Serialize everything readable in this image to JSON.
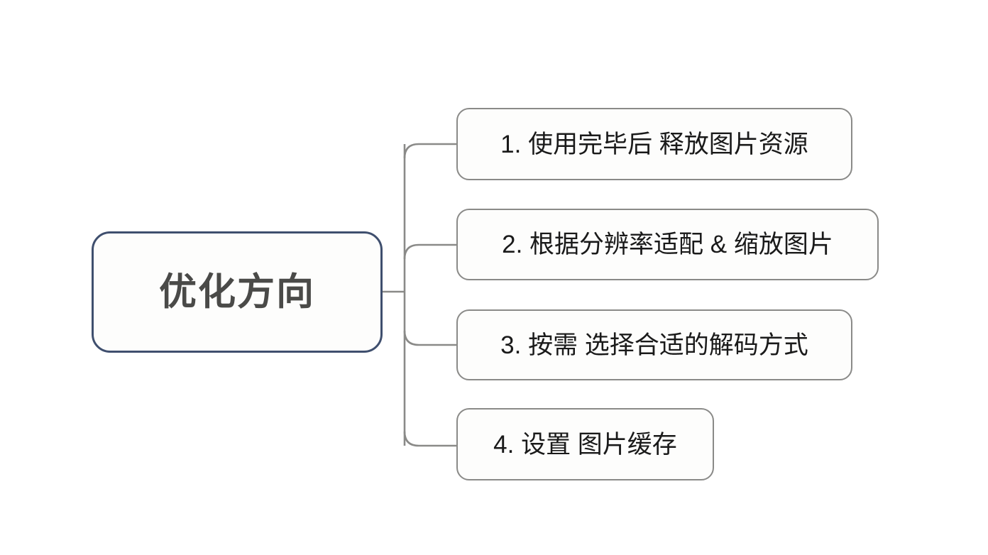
{
  "diagram": {
    "type": "mind-map",
    "title": "优化方向",
    "orientation": "left-to-right",
    "colors": {
      "canvas_background": "#ffffff",
      "root_border": "#3f4f6e",
      "root_text": "#4a4a48",
      "child_border": "#8a8a88",
      "child_text": "#1a1a1a",
      "node_fill": "#fdfdfc",
      "connector": "#8a8a88"
    },
    "root": {
      "label": "优化方向"
    },
    "branches": [
      {
        "index": "1",
        "label": "1. 使用完毕后 释放图片资源"
      },
      {
        "index": "2",
        "label": "2. 根据分辨率适配 & 缩放图片"
      },
      {
        "index": "3",
        "label": "3. 按需 选择合适的解码方式"
      },
      {
        "index": "4",
        "label": "4. 设置 图片缓存"
      }
    ]
  }
}
